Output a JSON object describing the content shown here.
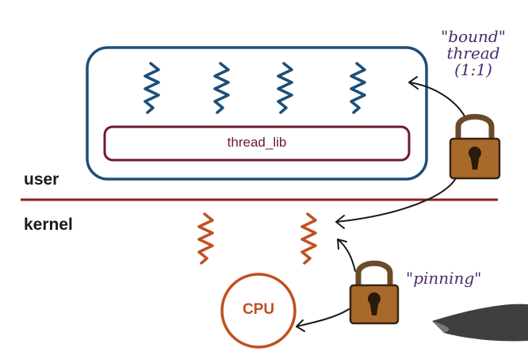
{
  "labels": {
    "user": "user",
    "kernel": "kernel",
    "thread_lib": "thread_lib",
    "cpu": "CPU"
  },
  "annotations": {
    "bound_line1": "\"bound\"",
    "bound_line2": "thread",
    "bound_line3": "(1:1)",
    "pinning": "\"pinning\""
  },
  "colors": {
    "user_box": "#1b4f7a",
    "user_threads": "#1b4f7a",
    "kernel_threads": "#c0501f",
    "thread_lib_box": "#6e1a2e",
    "boundary_line": "#8e1f24",
    "cpu": "#c0501f",
    "lock_body": "#a86a2a",
    "annotation_text": "#4b2a6b"
  },
  "icons": {
    "lock_top": "padlock-icon",
    "lock_bottom": "padlock-icon",
    "pen": "pen-icon"
  }
}
